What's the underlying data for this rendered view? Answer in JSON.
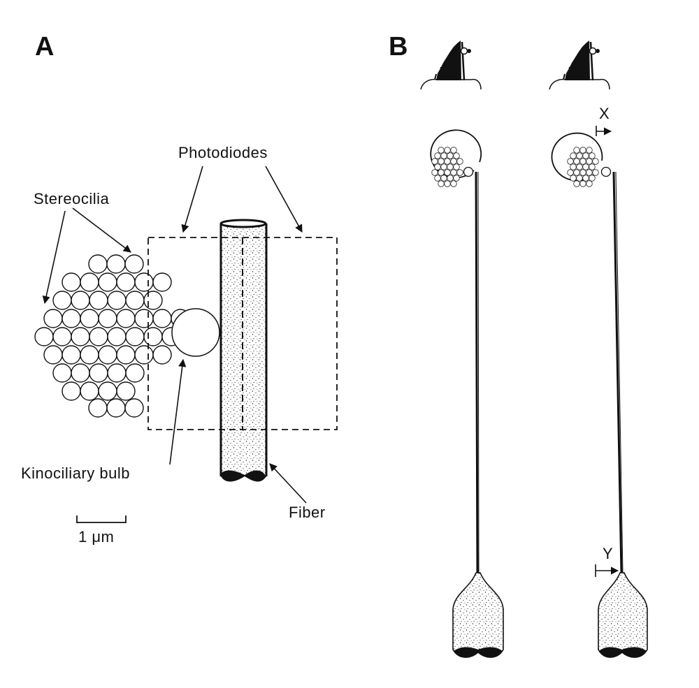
{
  "panel_a": {
    "letter": "A",
    "label_stereocilia": "Stereocilia",
    "label_photodiodes": "Photodiodes",
    "label_kinociliary_bulb": "Kinociliary bulb",
    "label_fiber": "Fiber",
    "scale_bar": "1 μm"
  },
  "panel_b": {
    "letter": "B",
    "label_x": "X",
    "label_y": "Y"
  }
}
